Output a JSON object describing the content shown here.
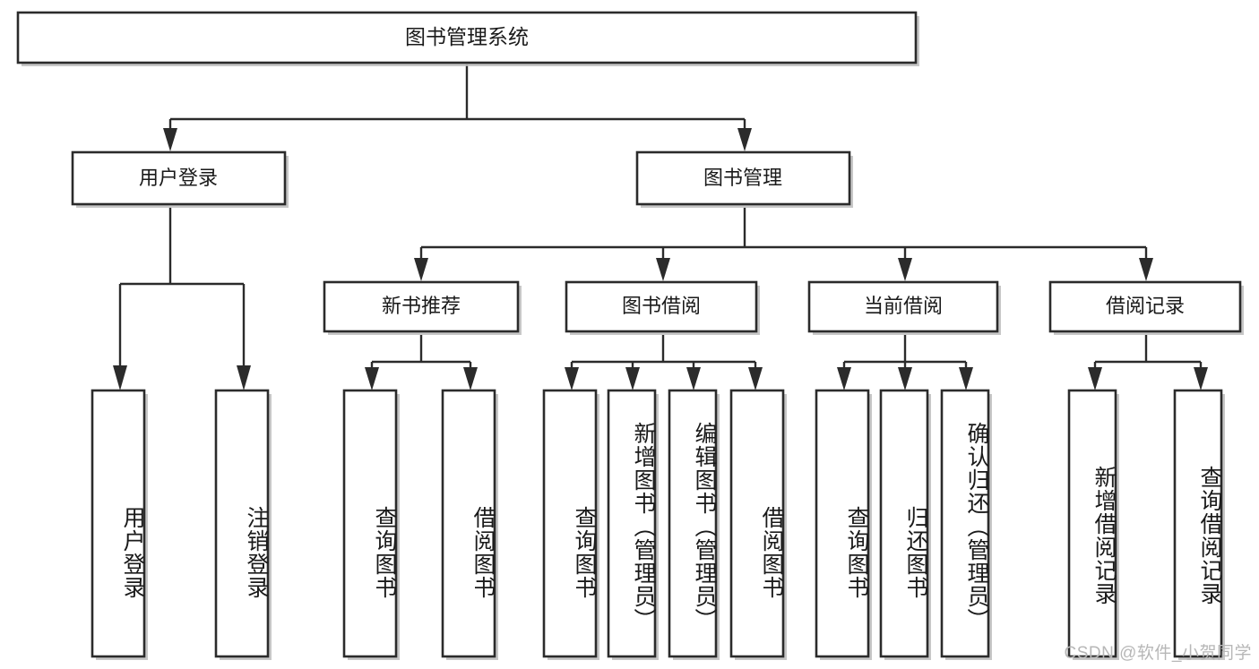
{
  "diagram": {
    "type": "hierarchy-tree",
    "title_node": {
      "label": "图书管理系统"
    },
    "level2": [
      {
        "label": "用户登录"
      },
      {
        "label": "图书管理"
      }
    ],
    "level3": [
      {
        "label": "新书推荐"
      },
      {
        "label": "图书借阅"
      },
      {
        "label": "当前借阅"
      },
      {
        "label": "借阅记录"
      }
    ],
    "leaves": {
      "user_login": [
        {
          "label": "用户登录"
        },
        {
          "label": "注销登录"
        }
      ],
      "new_book_recommend": [
        {
          "label": "查询图书"
        },
        {
          "label": "借阅图书"
        }
      ],
      "book_borrow": [
        {
          "label": "查询图书"
        },
        {
          "label": "新增图书（管理员）"
        },
        {
          "label": "编辑图书（管理员）"
        },
        {
          "label": "借阅图书"
        }
      ],
      "current_borrow": [
        {
          "label": "查询图书"
        },
        {
          "label": "归还图书"
        },
        {
          "label": "确认归还（管理员）"
        }
      ],
      "borrow_record": [
        {
          "label": "新增借阅记录"
        },
        {
          "label": "查询借阅记录"
        }
      ]
    },
    "watermark": "CSDN @软件_小贺同学",
    "colors": {
      "background": "#ffffff",
      "box_stroke": "#2b2b2b",
      "box_fill": "#ffffff",
      "connector": "#2b2b2b",
      "text": "#1a1a1a",
      "watermark": "#b7b7b7",
      "shadow": "#bdbdbd"
    }
  }
}
